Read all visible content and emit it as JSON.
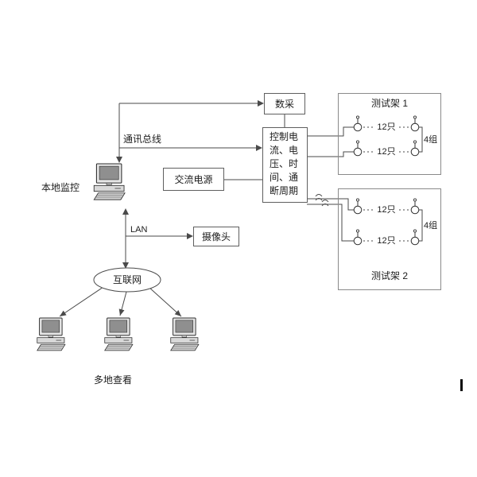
{
  "diagram": {
    "colors": {
      "line": "#4a4a4a",
      "box_border": "#5f5f5f",
      "rack_border": "#8a8a8a"
    },
    "daq": {
      "label": "数采"
    },
    "controller": {
      "label": "控制电流、电压、时间、通断周期"
    },
    "ac_power": {
      "label": "交流电源"
    },
    "bus": {
      "label": "通讯总线"
    },
    "local_monitor": {
      "label": "本地监控"
    },
    "lan": {
      "label": "LAN"
    },
    "camera": {
      "label": "摄像头"
    },
    "internet": {
      "label": "互联网"
    },
    "multi_view": {
      "label": "多地查看"
    },
    "racks": [
      {
        "title": "测试架 1",
        "group_label": "4组",
        "rows": [
          {
            "count": "12只"
          },
          {
            "count": "12只"
          }
        ]
      },
      {
        "title": "测试架 2",
        "group_label": "4组",
        "rows": [
          {
            "count": "12只"
          },
          {
            "count": "12只"
          }
        ]
      }
    ]
  }
}
